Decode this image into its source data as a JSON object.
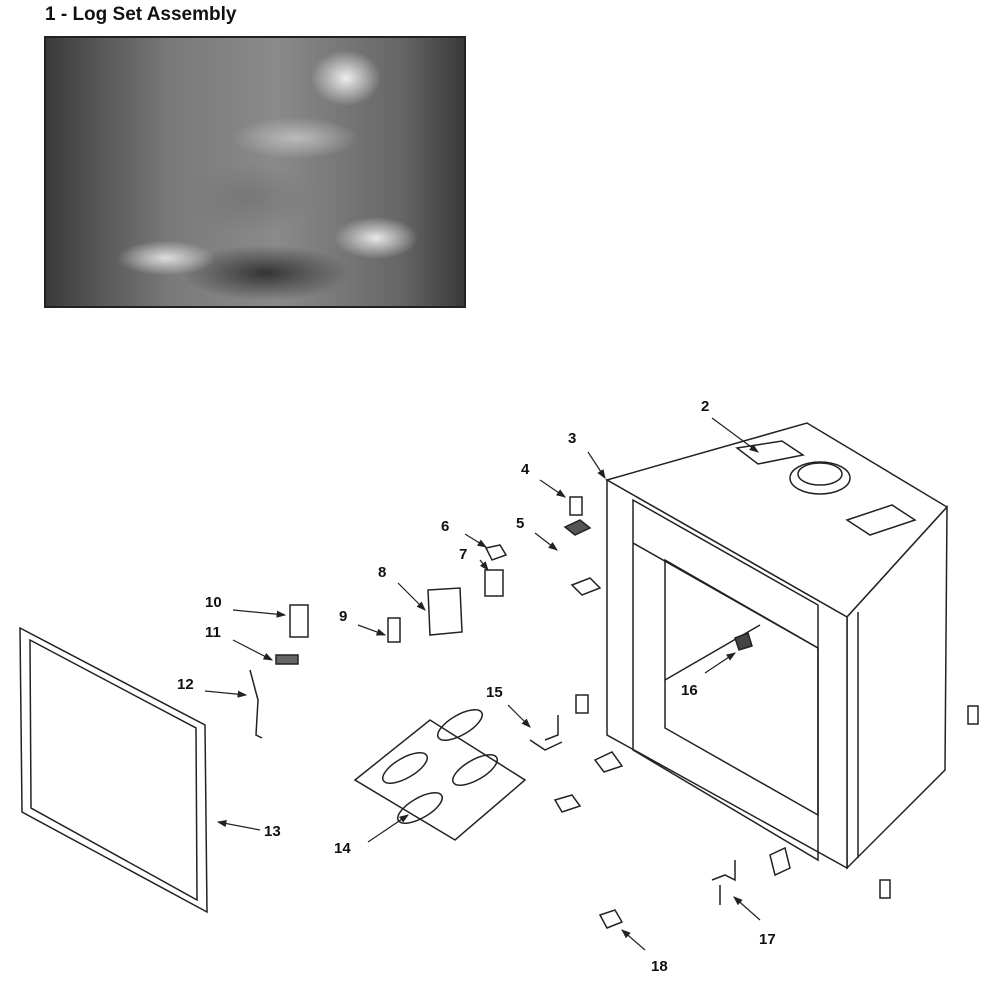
{
  "title": "1 - Log Set Assembly",
  "callouts": [
    "2",
    "3",
    "4",
    "5",
    "6",
    "7",
    "8",
    "9",
    "10",
    "11",
    "12",
    "13",
    "14",
    "15",
    "16",
    "17",
    "18"
  ]
}
